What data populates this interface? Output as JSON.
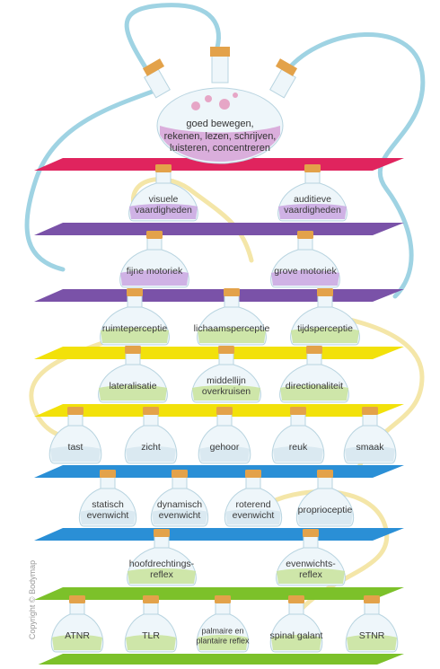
{
  "top_flask": {
    "label": "goed bewegen,\nrekenen, lezen, schrijven,\nluisteren, concentreren"
  },
  "levels": [
    {
      "color": "#e0245e",
      "flasks": []
    },
    {
      "color": "#7a52a8",
      "flasks": [
        {
          "label": "visuele\nvaardigheden",
          "tint": "#c9a6e0"
        },
        {
          "label": "auditieve\nvaardigheden",
          "tint": "#c9a6e0"
        }
      ]
    },
    {
      "color": "#7a52a8",
      "flasks": [
        {
          "label": "fijne motoriek",
          "tint": "#c9a6e0"
        },
        {
          "label": "grove motoriek",
          "tint": "#c9a6e0"
        }
      ]
    },
    {
      "color": "#f2e10a",
      "flasks": [
        {
          "label": "ruimteperceptie",
          "tint": "#c8e39a"
        },
        {
          "label": "lichaamsperceptie",
          "tint": "#c8e39a"
        },
        {
          "label": "tijdsperceptie",
          "tint": "#c8e39a"
        }
      ]
    },
    {
      "color": "#f2e10a",
      "flasks": [
        {
          "label": "lateralisatie",
          "tint": "#c8e39a"
        },
        {
          "label": "middellijn\noverkruisen",
          "tint": "#c8e39a"
        },
        {
          "label": "directionaliteit",
          "tint": "#c8e39a"
        }
      ]
    },
    {
      "color": "#2a8fd6",
      "flasks": [
        {
          "label": "tast",
          "tint": "#d6e6ee"
        },
        {
          "label": "zicht",
          "tint": "#d6e6ee"
        },
        {
          "label": "gehoor",
          "tint": "#d6e6ee"
        },
        {
          "label": "reuk",
          "tint": "#d6e6ee"
        },
        {
          "label": "smaak",
          "tint": "#d6e6ee"
        }
      ]
    },
    {
      "color": "#2a8fd6",
      "flasks": [
        {
          "label": "statisch\nevenwicht",
          "tint": "#d6e6ee"
        },
        {
          "label": "dynamisch\nevenwicht",
          "tint": "#d6e6ee"
        },
        {
          "label": "roterend\nevenwicht",
          "tint": "#d6e6ee"
        },
        {
          "label": "proprioceptie",
          "tint": "#d6e6ee"
        }
      ]
    },
    {
      "color": "#7cc12a",
      "flasks": [
        {
          "label": "hoofdrechtings-\nreflex",
          "tint": "#c8e39a"
        },
        {
          "label": "evenwichts-\nreflex",
          "tint": "#c8e39a"
        }
      ]
    },
    {
      "color": "#7cc12a",
      "flasks": [
        {
          "label": "ATNR",
          "tint": "#c8e39a"
        },
        {
          "label": "TLR",
          "tint": "#c8e39a"
        },
        {
          "label": "palmaire en\nplantaire reflex",
          "tint": "#c8e39a"
        },
        {
          "label": "spinal galant",
          "tint": "#c8e39a"
        },
        {
          "label": "STNR",
          "tint": "#c8e39a"
        }
      ]
    }
  ],
  "copyright": "Copyright © Bodymap",
  "colors": {
    "tube_blue": "#9fd3e3",
    "tube_cream": "#f4e6a8",
    "cork": "#e3a24a",
    "glass": "#eef6fa"
  }
}
